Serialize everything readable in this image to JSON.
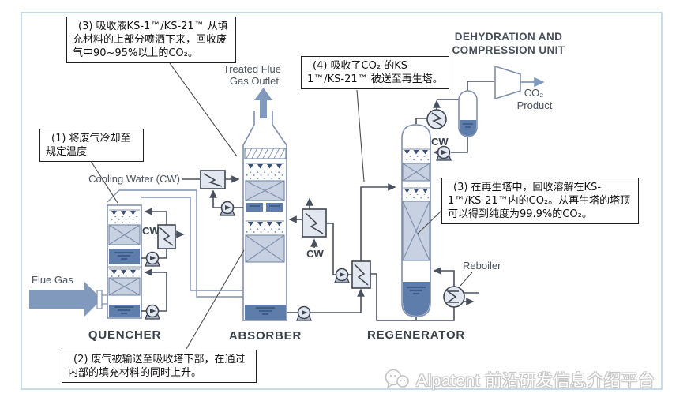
{
  "figure": {
    "callouts": {
      "absorb_spray": "(3) 吸收液KS-1™/KS-21™ 从填充材料的上部分喷洒下来，回收废气中90~95%以上的CO₂。",
      "rich_to_regen": "(4) 吸收了CO₂ 的KS-1™/KS-21™ 被送至再生塔。",
      "cool_flue": "(1) 将废气冷却至规定温度",
      "regen": "(3) 在再生塔中，回收溶解在KS-1™/KS-21™内的CO₂。从再生塔的塔顶可以得到纯度为99.9%的CO₂。",
      "flue_to_absorber": "(2) 废气被输送至吸收塔下部，在通过内部的填充材料的同时上升。"
    },
    "labels": {
      "treated_1": "Treated Flue",
      "treated_2": "Gas Outlet",
      "dehydration_1": "DEHYDRATION AND",
      "dehydration_2": "COMPRESSION UNIT",
      "co2_1": "CO₂",
      "co2_2": "Product",
      "cooling_water": "Cooling Water (CW)",
      "cw": "CW",
      "reboiler": "Reboiler",
      "flue_gas": "Flue Gas",
      "quencher": "QUENCHER",
      "absorber": "ABSORBER",
      "regenerator": "REGENERATOR"
    },
    "colors": {
      "outline": "#8090ab",
      "liquid": "#5f7dab",
      "packing": "#c7d1e2",
      "process_line": "#4a515e",
      "gas_arrow": "#8099bd",
      "frame": "#b7d0e2"
    }
  },
  "watermark": {
    "brand": "Alpatent 前沿研发信息介绍平台"
  }
}
